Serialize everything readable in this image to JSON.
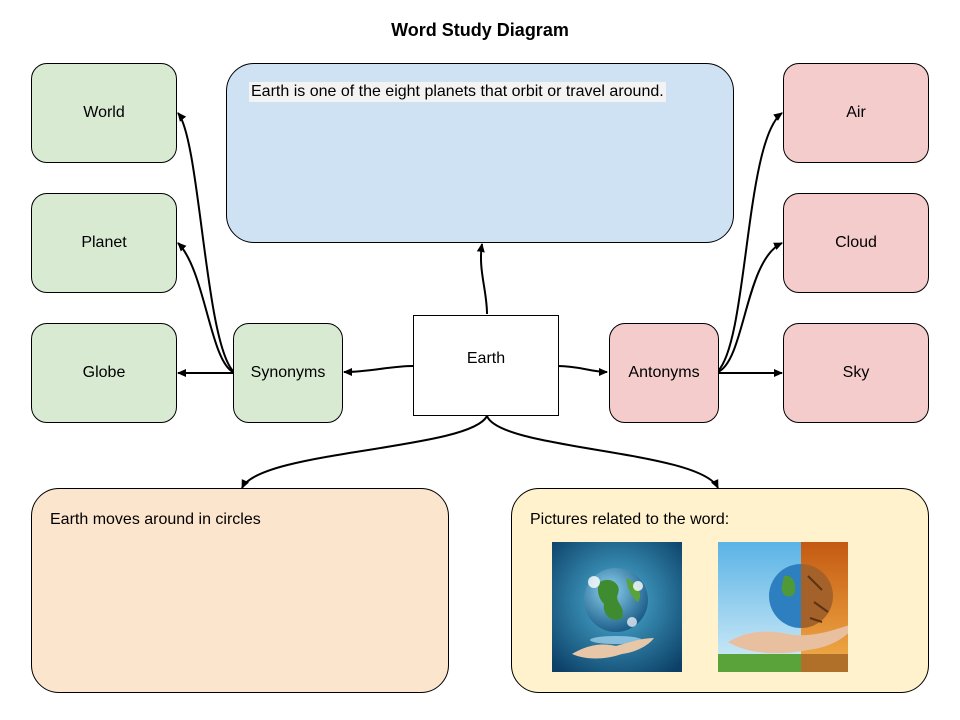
{
  "title": "Word Study Diagram",
  "center_word": "Earth",
  "definition": "Earth is one of the eight planets that orbit or travel around.",
  "synonyms": {
    "label": "Synonyms",
    "items": [
      "World",
      "Planet",
      "Globe"
    ]
  },
  "antonyms": {
    "label": "Antonyms",
    "items": [
      "Air",
      "Cloud",
      "Sky"
    ]
  },
  "sentence": "Earth moves around in circles",
  "pictures": {
    "label": "Pictures related to the word:",
    "items": [
      "earth-in-hand-image",
      "half-green-half-dry-earth-image"
    ]
  },
  "colors": {
    "synonym_fill": "#d9ead3",
    "antonym_fill": "#f4cccc",
    "definition_fill": "#cfe2f3",
    "sentence_fill": "#fce5cd",
    "pictures_fill": "#fff2cc"
  }
}
